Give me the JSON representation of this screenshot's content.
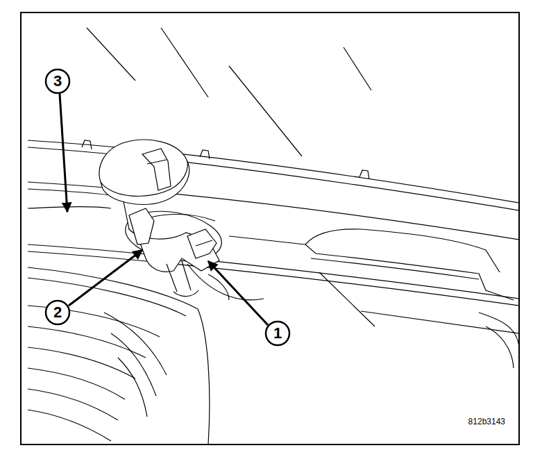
{
  "diagram": {
    "labels": [
      "3",
      "2",
      "1",
      "812b3143"
    ]
  }
}
